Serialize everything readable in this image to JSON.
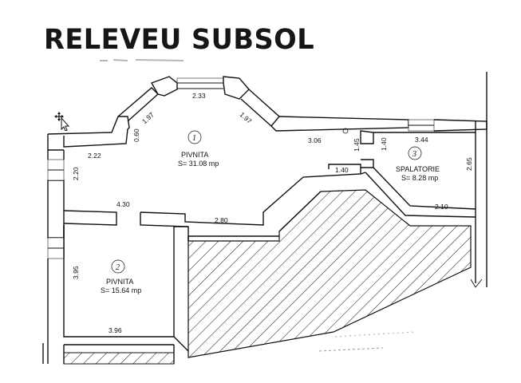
{
  "title": "RELEVEU SUBSOL",
  "rooms": [
    {
      "number": "1",
      "name": "PIVNITA",
      "area": "S= 31.08 mp"
    },
    {
      "number": "2",
      "name": "PIVNITA",
      "area": "S= 15.64 mp"
    },
    {
      "number": "3",
      "name": "SPALATORIE",
      "area": "S= 8.28 mp"
    }
  ],
  "dimensions": {
    "d_233": "2.33",
    "d_197_left": "1.97",
    "d_197_right": "1.97",
    "d_060": "0.60",
    "d_222": "2.22",
    "d_306": "3.06",
    "d_145": "1.45",
    "d_140_v": "1.40",
    "d_344": "3.44",
    "d_140_h": "1.40",
    "d_265": "2.65",
    "d_220": "2.20",
    "d_210": "2.10",
    "d_430": "4.30",
    "d_280": "2.80",
    "d_395": "3.95",
    "d_396": "3.96"
  },
  "colors": {
    "ink": "#111111",
    "paper": "#ffffff"
  }
}
